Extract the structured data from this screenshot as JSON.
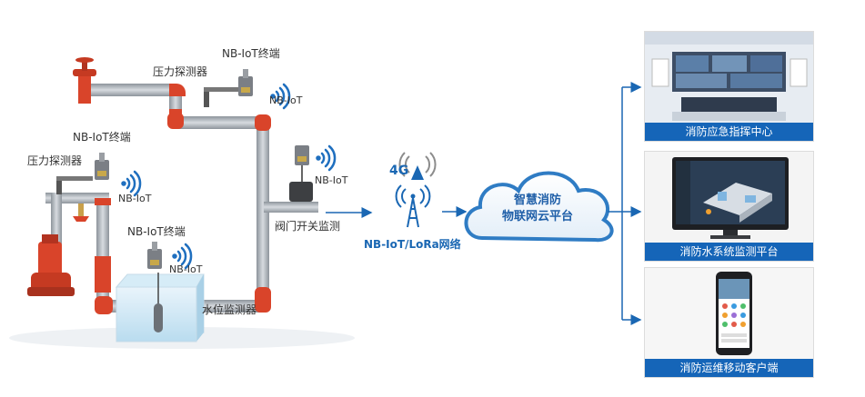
{
  "labels": {
    "nb_terminal": "NB-IoT终端",
    "pressure_detector": "压力探测器",
    "nb_iot": "NB-IoT",
    "valve_monitor": "阀门开关监测",
    "level_monitor": "水位监测器",
    "network": "NB-IoT/LoRa网络",
    "badge_4g": "4G"
  },
  "cloud": {
    "line1": "智慧消防",
    "line2": "物联网云平台"
  },
  "cards": [
    {
      "caption": "消防应急指挥中心"
    },
    {
      "caption": "消防水系统监测平台"
    },
    {
      "caption": "消防运维移动客户端"
    }
  ],
  "colors": {
    "pipe_red": "#d9442a",
    "pipe_gray": "#9aa0a6",
    "accent_blue": "#1565b8",
    "wifi_blue": "#1f6fbf"
  }
}
